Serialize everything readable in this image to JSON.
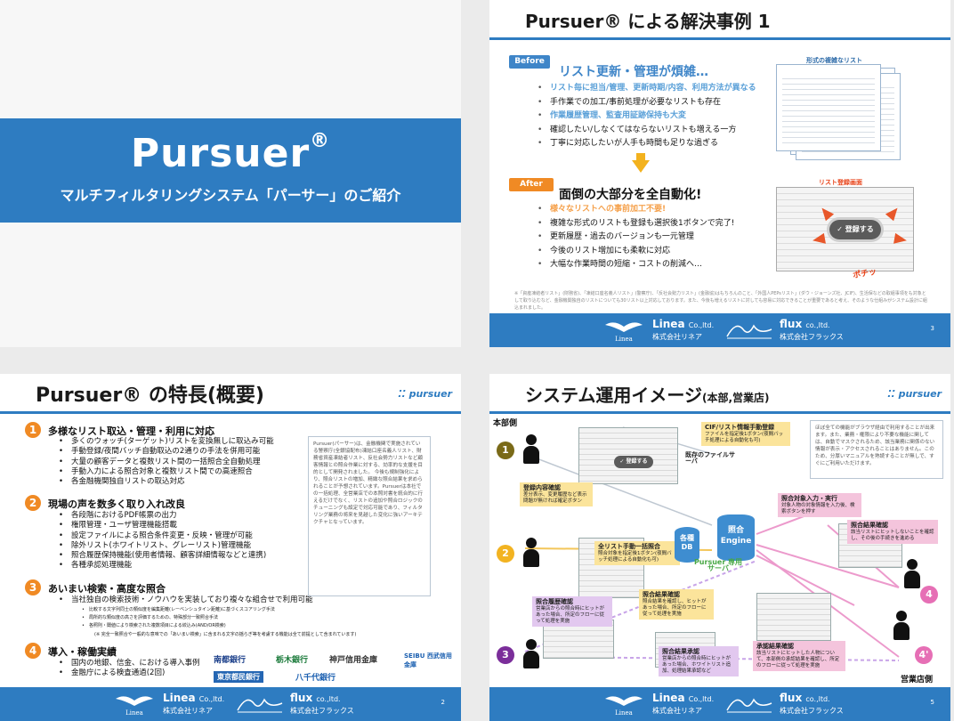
{
  "slide1": {
    "title": "Pursuer",
    "reg_mark": "®",
    "subtitle": "マルチフィルタリングシステム「パーサー」のご紹介"
  },
  "slide2": {
    "title": "Pursuer® による解決事例 1",
    "before_tag": "Before",
    "before_headline": "リスト更新・管理が煩雑…",
    "before_items": [
      "リスト毎に担当/管理、更新時期/内容、利用方法が異なる",
      "手作業での加工/事前処理が必要なリストも存在",
      "作業履歴管理、監査用証跡保持も大変",
      "確認したい/しなくてはならないリストも増える一方",
      "丁寧に対応したいが人手も時間も足りな過ぎる"
    ],
    "after_tag": "After",
    "after_headline": "面倒の大部分を全自動化!",
    "after_items": [
      "様々なリストへの事前加工不要!",
      "複雑な形式のリストも登録も選択後1ボタンで完了!",
      "更新履歴・過去のバージョンも一元管理",
      "今後のリスト増加にも柔軟に対応",
      "大幅な作業時間の短縮・コストの削減へ…"
    ],
    "caption_list": "形式の複雑なリスト",
    "caption_screen": "リスト登録画面",
    "register_button": "登録する",
    "pochi": "ポチッ",
    "footnote": "※「資産凍結者リスト」(財務省)、「凍結口座名義人リスト」(警察庁)、「反社会勢力リスト」(金融協)はもちろんのこと、「外国人PEPsリスト」(ダウ・ジョーンズ社、JCIF)、生活保などの取組事項をも対象として取り込むなど、金融機関独自のリストについても30リスト以上対応しております。また、今後も増えるリストに対しても容易に対応できることが重要であると考え、そのような仕組みがシステム設計に組込まれました。",
    "page": "3"
  },
  "slide3": {
    "title": "Pursuer® の特長(概要)",
    "logo": "pursuer",
    "sections": [
      {
        "num": "1",
        "title": "多様なリスト取込・管理・利用に対応",
        "items": [
          "多くのウォッチ(ターゲット)リストを変換無しに取込み可能",
          "手動登録/夜間バッチ自動取込の2通りの手法を併用可能",
          "大量の顧客データと複数リスト間の一括照合全自動処理",
          "手動入力による照合対象と複数リスト間での高速照合",
          "各金融機関独自リストの取込対応"
        ]
      },
      {
        "num": "2",
        "title": "現場の声を数多く取り入れ改良",
        "items": [
          "各段階におけるPDF帳票の出力",
          "権限管理・ユーザ管理機能搭載",
          "設定ファイルによる照合条件変更・反映・管理が可能",
          "除外リスト(ホワイトリスト、グレーリスト)管理機能",
          "照合履歴保持機能(使用者情報、顧客詳細情報などと連携)",
          "各種承認処理機能"
        ]
      },
      {
        "num": "3",
        "title": "あいまい検索・高度な照合",
        "items": [
          "当社独自の検索技術・ノウハウを実装しており複々な組合せで利用可能"
        ],
        "sub_items": [
          "比較する文字列同士の類似度を編集距離(レーベンシュタイン距離)に基づくスコアリング手法",
          "局所的な類似度の高さを評価するための、特殊部分一致照合手法",
          "各照則・閾値により検索された複数項目による絞込み(AND/OR検索)"
        ],
        "note": "(※ 完全一致照合や一般的な意味での「あいまい検索」に含まれる文字の揺らぎ等を考慮する機能は全て前提として含まれています)"
      },
      {
        "num": "4",
        "title": "導入・稼働実績",
        "items": [
          "国内の地銀、信金、における導入事例",
          "金融庁による検査通過(2回)"
        ]
      }
    ],
    "sidenote": "Pursuer(パーサー)は、金融機関で実施されている警察庁(全銀協配布)凍結口座名義人リスト、財務省資産凍結者リスト、反社会勢力リストなど顧客情報との照合作業に対する、効率的な支援を目的として開発されました。\n今後も規制強化により、照合リストの増加、精緻な照合結果を求められることが予想されています。Pursuerは本社での一括処理、全営業店での本照対書を統合的に行えるだけでなく、リストの追加や照合ロジックのチューニングも設定で対応可能であり、フィルタリング業務の将来を見越した変化に強いアーキテクチャとなっています。",
    "banks": [
      "南都銀行",
      "栃木銀行",
      "神戸信用金庫",
      "SEIBU 西武信用金庫",
      "東京都民銀行",
      "八千代銀行"
    ],
    "page": "2"
  },
  "slide4": {
    "title": "システム運用イメージ",
    "title_suffix": "(本部,営業店)",
    "logo": "pursuer",
    "hq_label": "本部側",
    "branch_label": "営業店側",
    "infobox": "ほぼ全ての機能がブラウザ経由で利用することが出来ます。また、業務・権限により不要な機能に関しては、自動でマスクされるため、該当業務に関係のない情報が表示・アクセスされることはありません。このため、分厚いマニュアルを熟読することが無しで、すぐにご利用いただけます。",
    "callouts": {
      "cif": {
        "title": "CIF/リスト情報手動登録",
        "body": "ファイルを指定後1ボタン(夜間バッチ処理による自動化も可)"
      },
      "file_server": "既存のファイルサーバ",
      "reg_confirm": {
        "title": "登録内容確認",
        "body": "差分表示、変更履歴など表示問題が無ければ確定ボタン"
      },
      "match_input": {
        "title": "照合対象入力・実行",
        "body": "対象人物の対象情報を入力後、検索ボタンを押す"
      },
      "match_result_top": {
        "title": "照合結果確認",
        "body": "該当リストにヒットしないことを確認し、その後の手続きを進める"
      },
      "bulk": {
        "title": "全リスト手動一括照合",
        "body": "照合対象を指定後1ボタン(夜間バッチ処理による自動化も可)"
      },
      "engine": "照合 Engine",
      "db": "各種 DB",
      "server": "Pursuer 専用サーバ",
      "history": {
        "title": "照合履歴確認",
        "body": "営業店からの照合時にヒットがあった場合、所定のフローに従って処理を実施"
      },
      "result_mid": {
        "title": "照合結果確認",
        "body": "照合結果を確認し、ヒットがあった場合、所定のフローに従って処理を実施"
      },
      "approve_hq": {
        "title": "照合結果承認",
        "body": "営業店からの照合時にヒットがあった場合、ホワイトリスト追加、処理結果承認など"
      },
      "approve_branch": {
        "title": "承認結果確認",
        "body": "該当リストにヒットした人物について、本部側の承認結果を確認し、所定のフローに従って処理を実施"
      }
    },
    "badges": [
      "1",
      "2",
      "3",
      "4",
      "4'"
    ],
    "page": "5"
  },
  "footer": {
    "linea_name": "Linea",
    "linea_co": "Co.,ltd.",
    "linea_jp": "株式会社リネア",
    "linea_mark": "Linea",
    "flux_name": "flux",
    "flux_co": "co.,ltd.",
    "flux_jp": "株式会社フラックス"
  },
  "colors": {
    "brand_blue": "#2e7cc1",
    "accent_orange": "#f08a24",
    "highlight_blue": "#5aa0d8",
    "highlight_red": "#e8441a"
  }
}
